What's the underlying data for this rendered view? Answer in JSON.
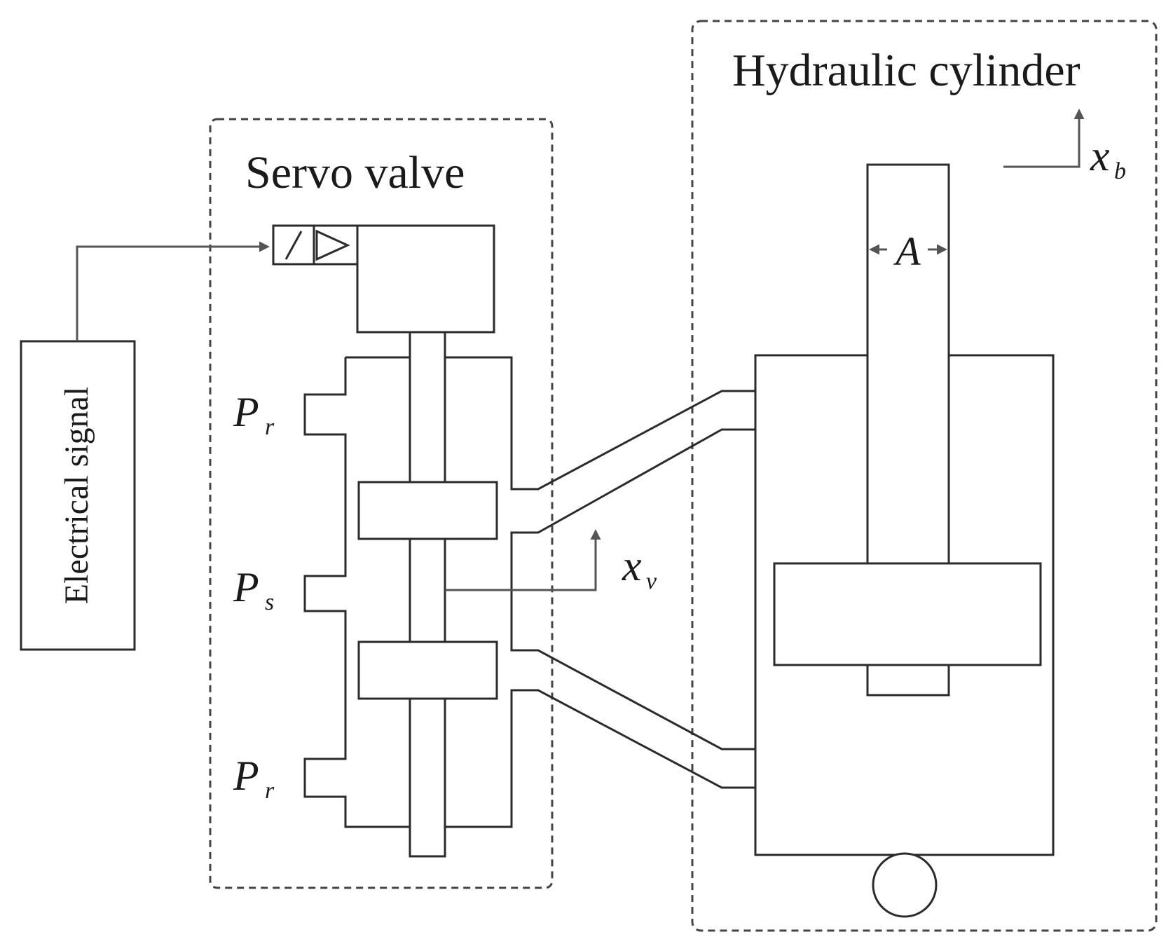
{
  "labels": {
    "servo_valve": "Servo valve",
    "hydraulic_cylinder": "Hydraulic cylinder",
    "electrical_signal": "Electrical signal"
  },
  "symbols": {
    "return_top": {
      "main": "P",
      "sub": "r"
    },
    "supply": {
      "main": "P",
      "sub": "s"
    },
    "return_bottom": {
      "main": "P",
      "sub": "r"
    },
    "valve_displacement": {
      "main": "x",
      "sub": "v"
    },
    "cylinder_displacement": {
      "main": "x",
      "sub": "b"
    },
    "piston_area": "A"
  }
}
